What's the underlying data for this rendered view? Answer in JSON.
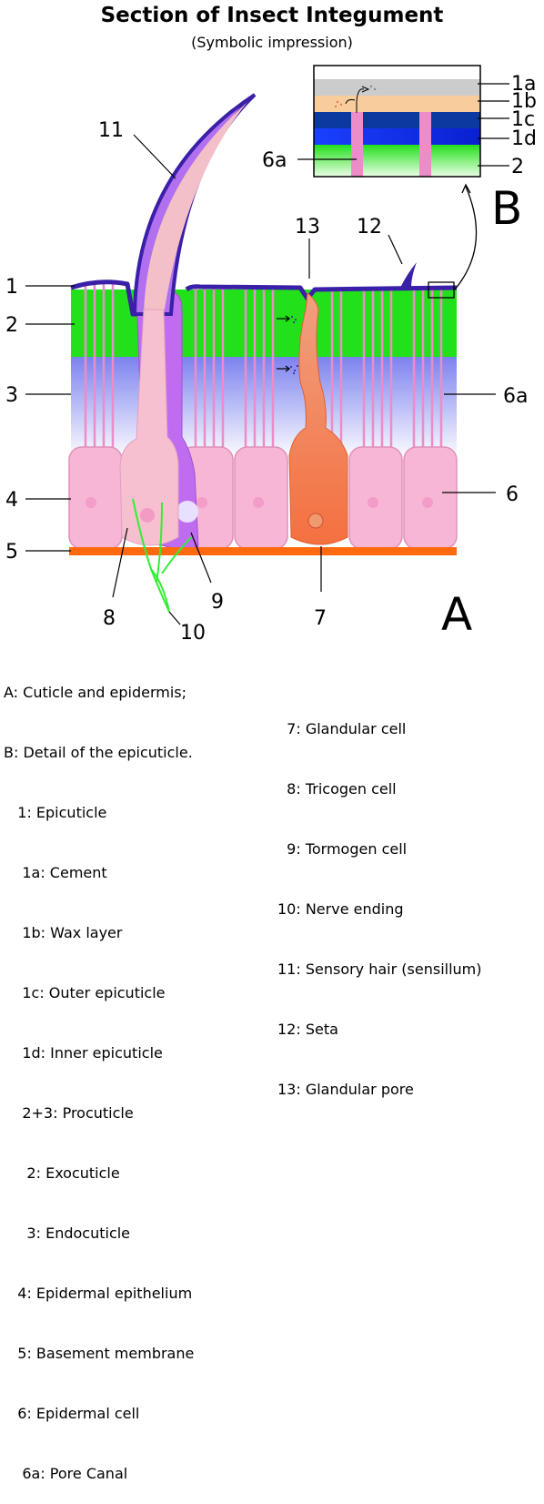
{
  "title": "Section of Insect Integument",
  "subtitle": "(Symbolic impression)",
  "labels": {
    "l1": "1",
    "l2": "2",
    "l3": "3",
    "l4": "4",
    "l5": "5",
    "l6": "6",
    "l6a": "6a",
    "l7": "7",
    "l8": "8",
    "l9": "9",
    "l10": "10",
    "l11": "11",
    "l12": "12",
    "l13": "13"
  },
  "inset_labels": {
    "i1a": "1a",
    "i1b": "1b",
    "i1c": "1c",
    "i1d": "1d",
    "i2": "2",
    "i6a": "6a"
  },
  "panel_labels": {
    "A": "A",
    "B": "B"
  },
  "legend_left": [
    "A: Cuticle and epidermis;",
    "B: Detail of the epicuticle.",
    "   1: Epicuticle",
    "    1a: Cement",
    "    1b: Wax layer",
    "    1c: Outer epicuticle",
    "    1d: Inner epicuticle",
    "    2+3: Procuticle",
    "     2: Exocuticle",
    "     3: Endocuticle",
    "   4: Epidermal epithelium",
    "   5: Basement membrane",
    "   6: Epidermal cell",
    "    6a: Pore Canal"
  ],
  "legend_right": [
    "  7: Glandular cell",
    "  8: Tricogen cell",
    "  9: Tormogen cell",
    "10: Nerve ending",
    "11: Sensory hair (sensillum)",
    "12: Seta",
    "13: Glandular pore"
  ],
  "colors": {
    "epicuticle": "#3a1fa8",
    "exocuticle": "#22e01a",
    "endocuticle_top": "#7a7ef0",
    "epidermal_cell": "#f7b6d4",
    "basement_membrane": "#ff6a10",
    "hair": "#c06cf0",
    "hair_core": "#f4c0c8",
    "glandular_cell": "#f48050",
    "nerve": "#33ee33",
    "pore_canal": "#ec8cc8",
    "cement": "#cccccc",
    "wax": "#f9cc9c",
    "outer_epicuticle": "#0a3aa0",
    "inner_epicuticle": "#0a2ae8"
  }
}
